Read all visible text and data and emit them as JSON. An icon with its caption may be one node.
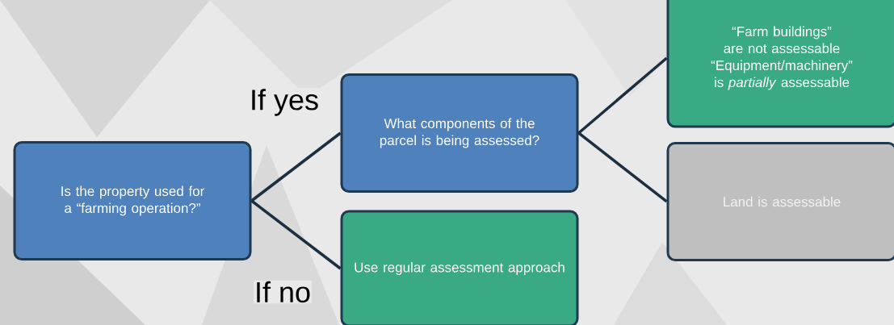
{
  "diagram": {
    "nodes": [
      {
        "text": [
          "Is the property used for a “farming operation?”"
        ]
      },
      {
        "text": [
          "What components of the parcel is being assessed?"
        ]
      },
      {
        "text": [
          "Use regular assessment approach"
        ]
      },
      {
        "text": [
          "“Farm buildings” are not assessable “Equipment/machinery” is *partially* assessable"
        ]
      },
      {
        "text": [
          "Land is assessable"
        ]
      }
    ],
    "edges": [
      {
        "from": 0,
        "to": 1,
        "arrow": "none",
        "label": "If yes"
      },
      {
        "from": 0,
        "to": 2,
        "arrow": "none",
        "label": "If no"
      },
      {
        "from": 1,
        "to": 3,
        "arrow": "none"
      },
      {
        "from": 1,
        "to": 4,
        "arrow": "none"
      }
    ]
  }
}
